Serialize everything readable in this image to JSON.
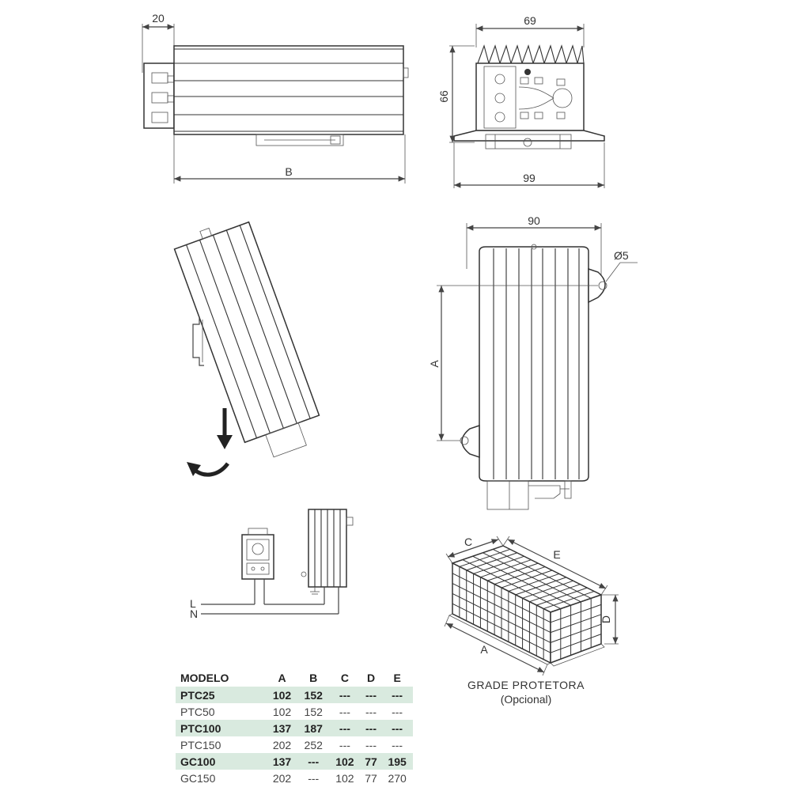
{
  "dimensions": {
    "top_width": "20",
    "length_b": "B",
    "side_width": "69",
    "side_height": "66",
    "side_base": "99",
    "front_width": "90",
    "hole_dia": "Ø5",
    "front_height": "A"
  },
  "wiring": {
    "line_l": "L",
    "line_n": "N"
  },
  "cage": {
    "label_c": "C",
    "label_e": "E",
    "label_d": "D",
    "label_a": "A",
    "title": "GRADE PROTETORA",
    "subtitle": "(Opcional)"
  },
  "table": {
    "headers": [
      "MODELO",
      "A",
      "B",
      "C",
      "D",
      "E"
    ],
    "rows": [
      {
        "cells": [
          "PTC25",
          "102",
          "152",
          "---",
          "---",
          "---"
        ],
        "highlight": true
      },
      {
        "cells": [
          "PTC50",
          "102",
          "152",
          "---",
          "---",
          "---"
        ],
        "highlight": false
      },
      {
        "cells": [
          "PTC100",
          "137",
          "187",
          "---",
          "---",
          "---"
        ],
        "highlight": true
      },
      {
        "cells": [
          "PTC150",
          "202",
          "252",
          "---",
          "---",
          "---"
        ],
        "highlight": false
      },
      {
        "cells": [
          "GC100",
          "137",
          "---",
          "102",
          "77",
          "195"
        ],
        "highlight": true
      },
      {
        "cells": [
          "GC150",
          "202",
          "---",
          "102",
          "77",
          "270"
        ],
        "highlight": false
      }
    ]
  }
}
